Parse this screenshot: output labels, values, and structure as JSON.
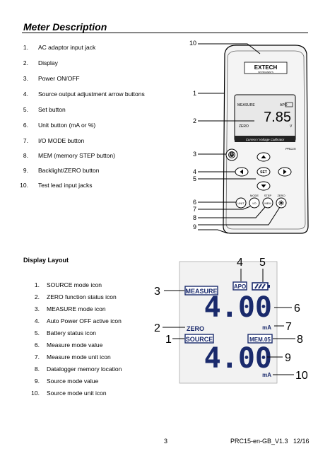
{
  "title": "Meter Description",
  "meter_items": [
    {
      "n": "1.",
      "t": "AC adaptor input jack"
    },
    {
      "n": "2.",
      "t": "Display"
    },
    {
      "n": "3.",
      "t": "Power ON/OFF"
    },
    {
      "n": "4.",
      "t": "Source output adjustment arrow buttons"
    },
    {
      "n": "5.",
      "t": "Set button"
    },
    {
      "n": "6.",
      "t": "Unit button (mA or %)"
    },
    {
      "n": "7.",
      "t": "I/O MODE button"
    },
    {
      "n": "8.",
      "t": "MEM (memory STEP button)"
    },
    {
      "n": "9.",
      "t": "Backlight/ZERO button"
    },
    {
      "n": "10.",
      "t": "Test lead input jacks"
    }
  ],
  "device": {
    "brand": "EXTECH",
    "brand_sub": "INSTRUMENTS",
    "screen_tag": "MEASURE",
    "screen_apo": "APO",
    "screen_value": "7.85",
    "screen_zero": "ZERO",
    "screen_unit": "V",
    "banner": "Current / Voltage Calibrator",
    "model": "PRC15",
    "btn_set": "SET",
    "btn_unit": "UNIT",
    "btn_io": "I/O",
    "btn_mem": "MEM",
    "lbl_mode": "MODE",
    "lbl_step": "STEP",
    "lbl_zero": "ZERO"
  },
  "device_callouts": [
    "10",
    "1",
    "2",
    "3",
    "4",
    "5",
    "6",
    "7",
    "8",
    "9"
  ],
  "display_heading": "Display Layout",
  "display_items": [
    {
      "n": "1.",
      "t": "SOURCE mode icon"
    },
    {
      "n": "2.",
      "t": "ZERO function status icon"
    },
    {
      "n": "3.",
      "t": "MEASURE mode icon"
    },
    {
      "n": "4.",
      "t": "Auto Power OFF active icon"
    },
    {
      "n": "5.",
      "t": "Battery status icon"
    },
    {
      "n": "6.",
      "t": "Measure mode value"
    },
    {
      "n": "7.",
      "t": "Measure mode unit icon"
    },
    {
      "n": "8.",
      "t": "Datalogger memory location"
    },
    {
      "n": "9.",
      "t": "Source mode value"
    },
    {
      "n": "10.",
      "t": "Source mode unit icon"
    }
  ],
  "lcd": {
    "measure": "MEASURE",
    "apo": "APO",
    "value_top": "4.00",
    "unit_top": "mA",
    "zero": "ZERO",
    "source": "SOURCE",
    "mem": "MEM.05",
    "value_bottom": "4.00",
    "unit_bottom": "mA"
  },
  "lcd_callouts": [
    "4",
    "5",
    "3",
    "6",
    "2",
    "7",
    "1",
    "8",
    "9",
    "10"
  ],
  "footer": {
    "page": "3",
    "doc": "PRC15-en-GB_V1.3   12/16"
  }
}
